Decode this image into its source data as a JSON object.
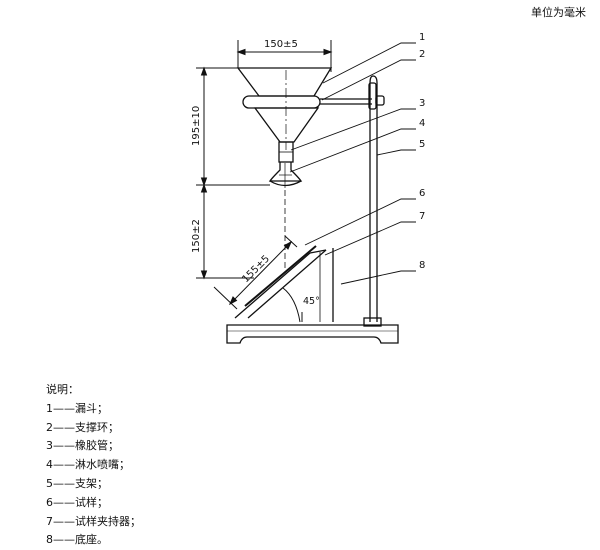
{
  "unit_note": "单位为毫米",
  "dimensions": {
    "funnel_top_width": "150±5",
    "funnel_height": "195±10",
    "drop_height": "150±2",
    "drop_distance": "155±5",
    "angle": "45°"
  },
  "callouts": [
    "1",
    "2",
    "3",
    "4",
    "5",
    "6",
    "7",
    "8"
  ],
  "legend": {
    "title": "说明：",
    "items": [
      "1——漏斗；",
      "2——支撑环；",
      "3——橡胶管；",
      "4——淋水喷嘴；",
      "5——支架；",
      "6——试样；",
      "7——试样夹持器；",
      "8——底座。"
    ]
  }
}
